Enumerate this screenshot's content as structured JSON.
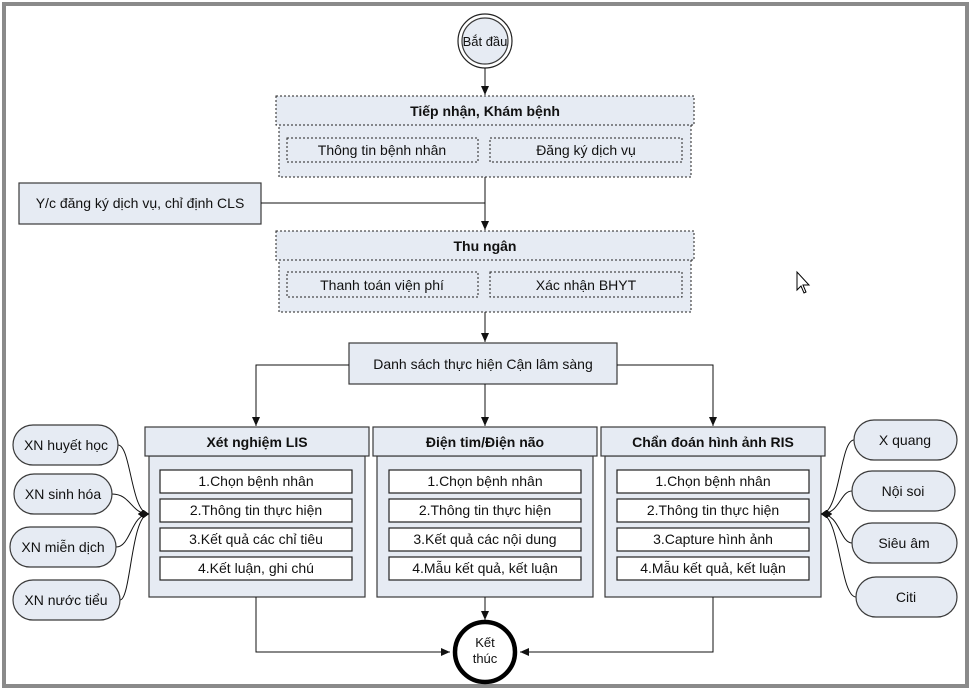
{
  "start": "Bắt đầu",
  "end": [
    "Kết",
    "thúc"
  ],
  "reception": {
    "title": "Tiếp nhận, Khám bệnh",
    "items": [
      "Thông tin bệnh nhân",
      "Đăng ký dịch vụ"
    ]
  },
  "request_label": "Y/c đăng ký dịch vụ, chỉ định CLS",
  "cashier": {
    "title": "Thu ngân",
    "items": [
      "Thanh toán viện phí",
      "Xác nhận BHYT"
    ]
  },
  "list_label": "Danh sách thực hiện Cận lâm sàng",
  "departments": [
    {
      "title": "Xét nghiệm LIS",
      "steps": [
        "1.Chọn bệnh nhân",
        "2.Thông tin thực hiện",
        "3.Kết quả các chỉ tiêu",
        "4.Kết luận, ghi chú"
      ]
    },
    {
      "title": "Điện tim/Điện não",
      "steps": [
        "1.Chọn bệnh nhân",
        "2.Thông tin thực hiện",
        "3.Kết quả các nội dung",
        "4.Mẫu kết quả, kết luận"
      ]
    },
    {
      "title": "Chẩn đoán hình ảnh RIS",
      "steps": [
        "1.Chọn bệnh nhân",
        "2.Thông tin thực hiện",
        "3.Capture hình ảnh",
        "4.Mẫu kết quả, kết luận"
      ]
    }
  ],
  "lab_types": [
    "XN huyết học",
    "XN sinh hóa",
    "XN miễn dịch",
    "XN nước tiểu"
  ],
  "imaging_types": [
    "X quang",
    "Nội soi",
    "Siêu âm",
    "Citi"
  ]
}
